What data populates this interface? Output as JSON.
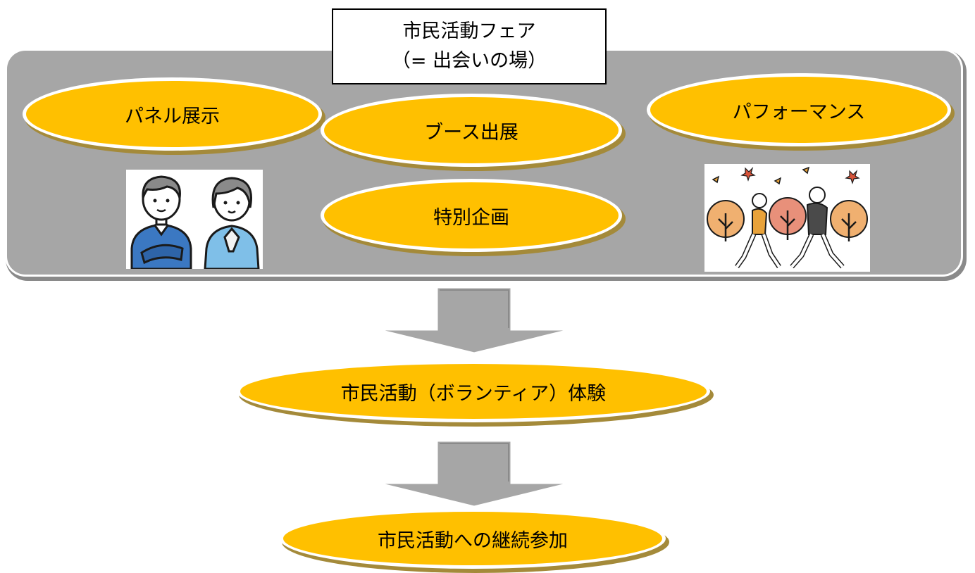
{
  "header": {
    "line1": "市民活動フェア",
    "line2": "（= 出会いの場）"
  },
  "activities": {
    "panel": "パネル展示",
    "booth": "ブース出展",
    "performance": "パフォーマンス",
    "special": "特別企画"
  },
  "flow": {
    "experience": "市民活動（ボランティア）体験",
    "continue": "市民活動への継続参加"
  },
  "colors": {
    "oval_fill": "#ffc000",
    "panel_fill": "#a6a6a6",
    "arrow_fill": "#a6a6a6"
  },
  "icons": [
    "two-people-illustration",
    "walking-couple-illustration"
  ]
}
